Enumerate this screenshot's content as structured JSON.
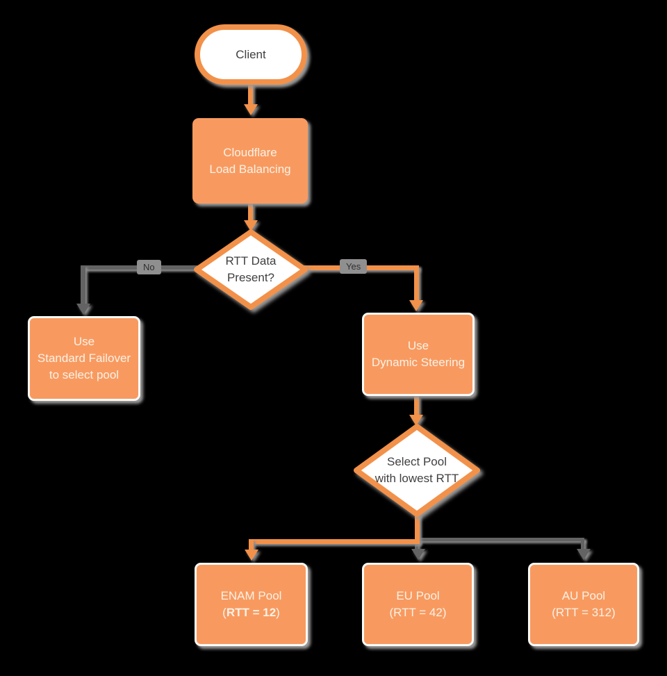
{
  "diagram": {
    "title_semantic": "Cloudflare Load Balancing dynamic steering flowchart",
    "background": "#000000",
    "colors": {
      "orange_fill": "#F89A60",
      "orange_stroke": "#F2914A",
      "gray_line": "#636363",
      "dark_text": "#3F3F3F",
      "light_text": "#FBF1E5",
      "edge_label_bg": "#8F8F8F",
      "shadow": "#9B9B9B",
      "node_white": "#FFFFFF"
    },
    "nodes": {
      "client": {
        "label": "Client"
      },
      "cloudflare_lb": {
        "line1": "Cloudflare",
        "line2": "Load Balancing"
      },
      "rtt_decision": {
        "line1": "RTT Data",
        "line2": "Present?"
      },
      "standard_failover": {
        "line1": "Use",
        "line2": "Standard Failover",
        "line3": "to select pool"
      },
      "dynamic_steering": {
        "line1": "Use",
        "line2": "Dynamic Steering"
      },
      "select_pool_decision": {
        "line1": "Select Pool",
        "line2": "with lowest RTT"
      },
      "enam_pool": {
        "line1": "ENAM Pool",
        "line2_prefix": "(",
        "line2_bold": "RTT = 12",
        "line2_suffix": ")"
      },
      "eu_pool": {
        "line1": "EU Pool",
        "line2": "(RTT = 42)"
      },
      "au_pool": {
        "line1": "AU Pool",
        "line2": "(RTT = 312)"
      }
    },
    "edge_labels": {
      "no": "No",
      "yes": "Yes"
    }
  }
}
